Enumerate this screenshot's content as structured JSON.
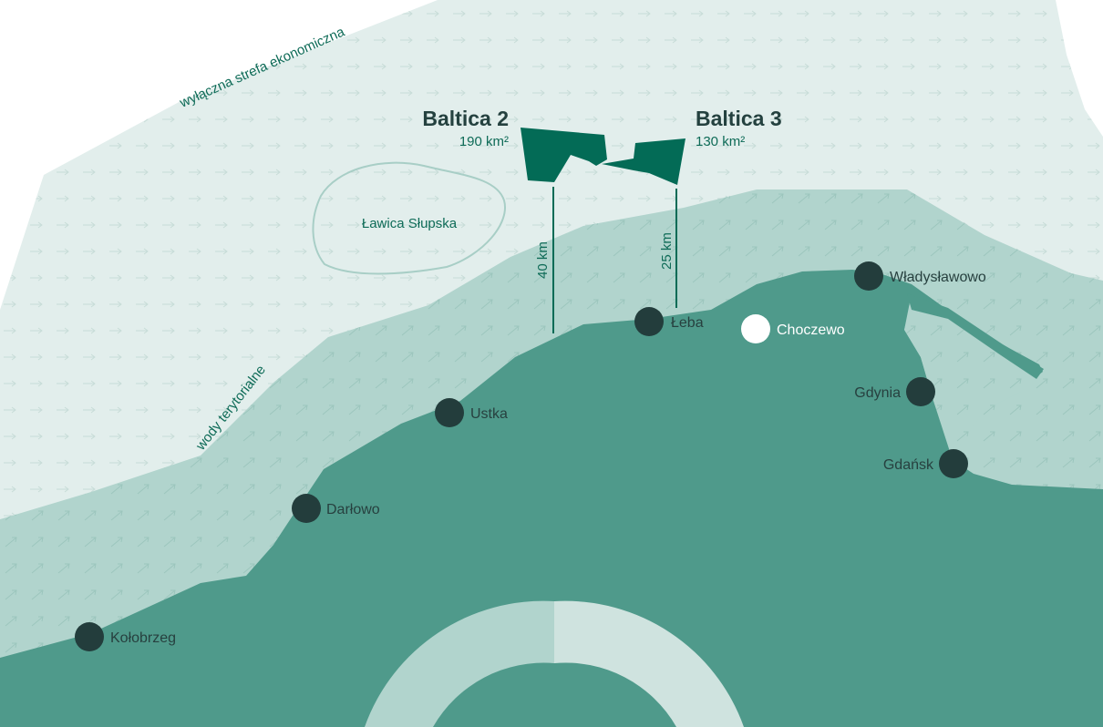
{
  "colors": {
    "background": "#ffffff",
    "eez": "#e2eeec",
    "territorial": "#b1d4cd",
    "land": "#4f9a8b",
    "farm": "#036b56",
    "city": "#233d3c",
    "highlight_city": "#ffffff",
    "text_dark": "#24413f",
    "text_green": "#0e6b57"
  },
  "zones": {
    "eez_label": "wyłączna strefa ekonomiczna",
    "territorial_label": "wody terytorialne"
  },
  "bank": {
    "label": "Ławica Słupska"
  },
  "farms": [
    {
      "name": "Baltica 2",
      "area": "190 km²",
      "distance": "40 km"
    },
    {
      "name": "Baltica 3",
      "area": "130 km²",
      "distance": "25 km"
    }
  ],
  "cities": [
    {
      "name": "Kołobrzeg",
      "highlight": false
    },
    {
      "name": "Darłowo",
      "highlight": false
    },
    {
      "name": "Ustka",
      "highlight": false
    },
    {
      "name": "Łeba",
      "highlight": false
    },
    {
      "name": "Choczewo",
      "highlight": true
    },
    {
      "name": "Władysławowo",
      "highlight": false
    },
    {
      "name": "Gdynia",
      "highlight": false
    },
    {
      "name": "Gdańsk",
      "highlight": false
    }
  ]
}
